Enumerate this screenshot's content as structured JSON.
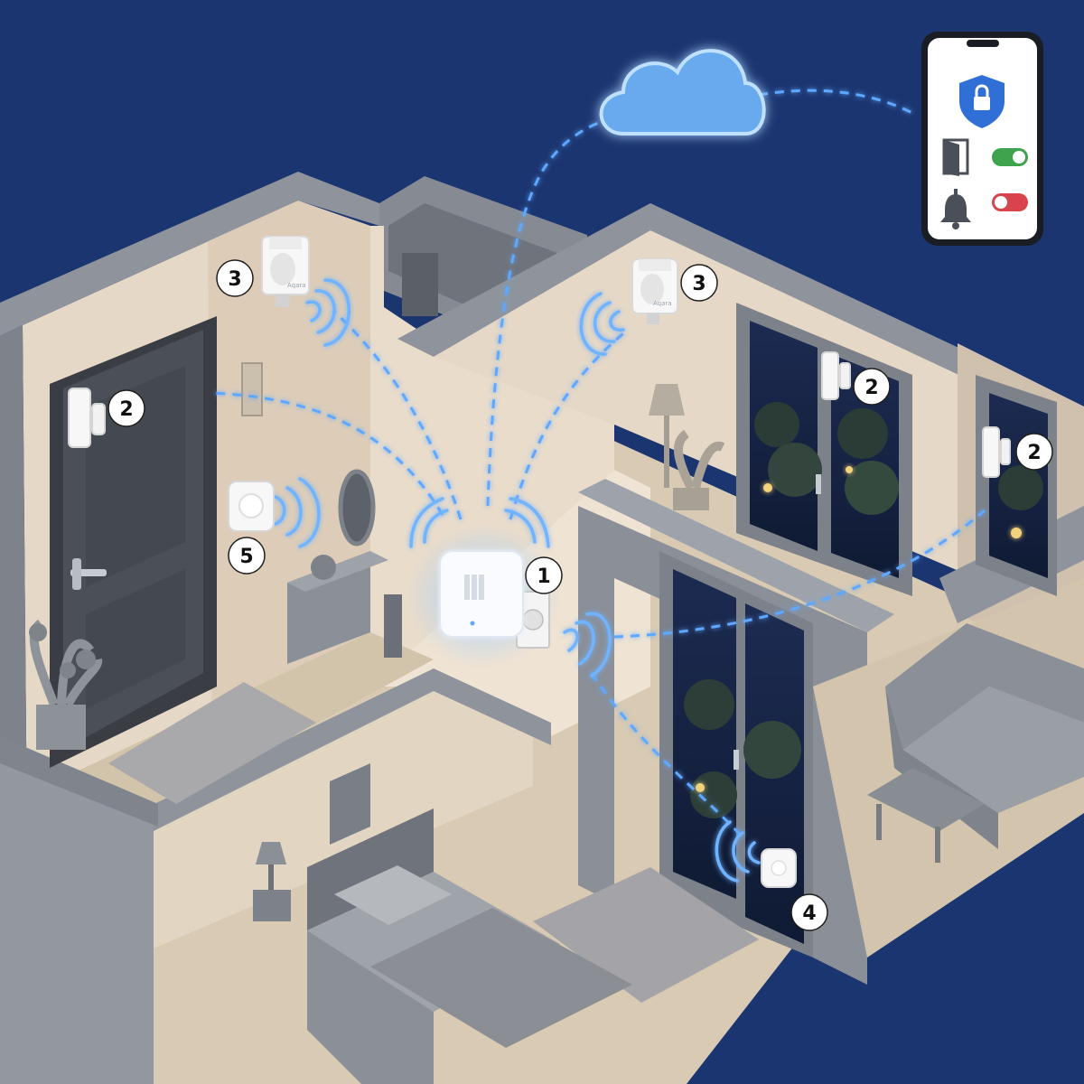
{
  "colors": {
    "background": "#1b3570",
    "signal": "#5ea8ff",
    "wall_top": "#8e929b",
    "wall_face": "#e2d5c4",
    "floor": "#d6c8b2",
    "badge_fill": "#ffffff",
    "toggle_on": "#3fa34d",
    "toggle_off": "#d9434b",
    "shield": "#2f6fd6"
  },
  "icons": {
    "cloud": "cloud-icon",
    "phone": "smartphone-icon",
    "shield": "shield-lock-icon",
    "door": "door-icon",
    "bell": "bell-icon",
    "hub": "hub-icon",
    "motion": "motion-sensor-icon",
    "contact": "contact-sensor-icon",
    "button": "wireless-button-icon",
    "vibration": "vibration-sensor-icon"
  },
  "brand_mark": "Aqara",
  "app": {
    "door_toggle_on": true,
    "alarm_toggle_on": false
  },
  "labels": {
    "hub": "1",
    "front_door_contact": "2",
    "balcony_door_contact": "2",
    "window_contact": "2",
    "motion_left": "3",
    "motion_right": "3",
    "vibration_sensor": "4",
    "wireless_switch": "5"
  }
}
